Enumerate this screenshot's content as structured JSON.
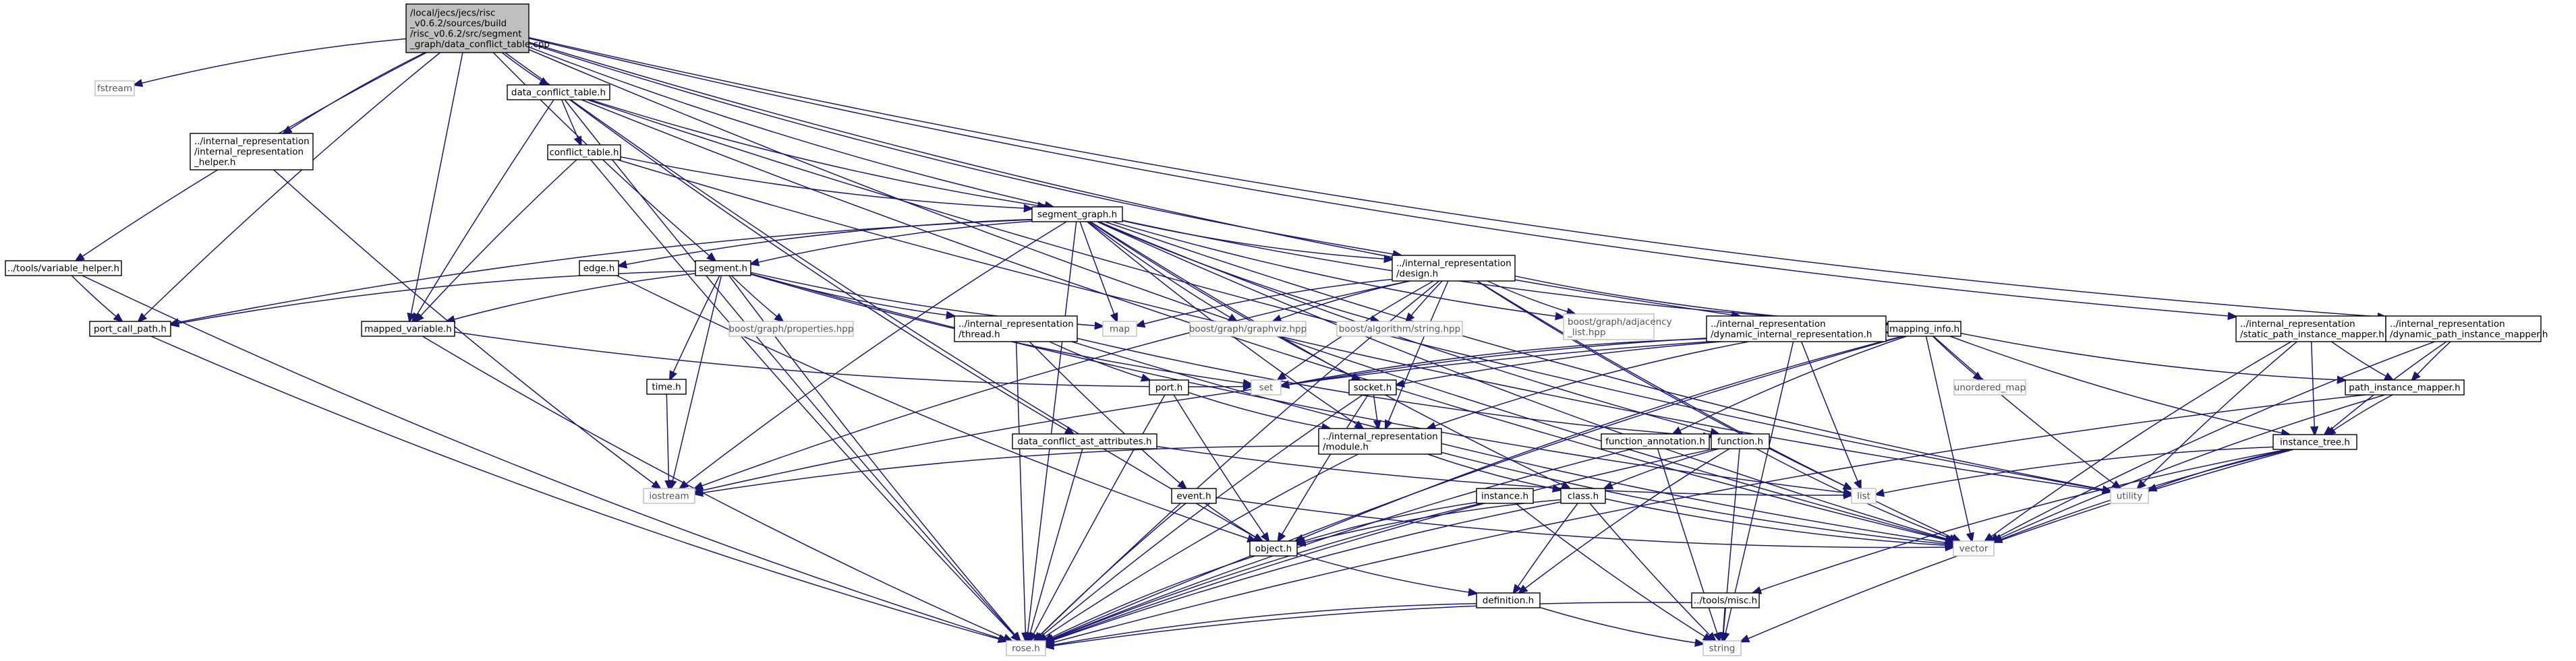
{
  "edge_color": "#191970",
  "root_fill": "#bfbfbf",
  "nodes": [
    {
      "id": "root",
      "kind": "root",
      "label": "/local/jecs/jecs/risc\n_v0.6.2/sources/build\n/risc_v0.6.2/src/segment\n_graph/data_conflict_table.cpp"
    },
    {
      "id": "fstream",
      "kind": "sys",
      "label": "fstream"
    },
    {
      "id": "dct_h",
      "kind": "file",
      "label": "data_conflict_table.h"
    },
    {
      "id": "irh",
      "kind": "file",
      "label": "../internal_representation\n/internal_representation\n_helper.h"
    },
    {
      "id": "ct_h",
      "kind": "file",
      "label": "conflict_table.h"
    },
    {
      "id": "sg_h",
      "kind": "file",
      "label": "segment_graph.h"
    },
    {
      "id": "vh",
      "kind": "file",
      "label": "../tools/variable_helper.h"
    },
    {
      "id": "pcp",
      "kind": "file",
      "label": "port_call_path.h"
    },
    {
      "id": "edge",
      "kind": "file",
      "label": "edge.h"
    },
    {
      "id": "seg",
      "kind": "file",
      "label": "segment.h"
    },
    {
      "id": "mv",
      "kind": "file",
      "label": "mapped_variable.h"
    },
    {
      "id": "time",
      "kind": "file",
      "label": "time.h"
    },
    {
      "id": "design",
      "kind": "file",
      "label": "../internal_representation\n/design.h"
    },
    {
      "id": "map",
      "kind": "sys",
      "label": "map"
    },
    {
      "id": "bgp",
      "kind": "sys",
      "label": "boost/graph/properties.hpp"
    },
    {
      "id": "bgg",
      "kind": "sys",
      "label": "boost/graph/graphviz.hpp"
    },
    {
      "id": "bas",
      "kind": "sys",
      "label": "boost/algorithm/string.hpp"
    },
    {
      "id": "bal",
      "kind": "sys",
      "label": "boost/graph/adjacency\n_list.hpp"
    },
    {
      "id": "thread",
      "kind": "file",
      "label": "../internal_representation\n/thread.h"
    },
    {
      "id": "set",
      "kind": "sys",
      "label": "set"
    },
    {
      "id": "dir",
      "kind": "file",
      "label": "../internal_representation\n/dynamic_internal_representation.h"
    },
    {
      "id": "mi",
      "kind": "file",
      "label": "mapping_info.h"
    },
    {
      "id": "um",
      "kind": "sys",
      "label": "unordered_map"
    },
    {
      "id": "spim",
      "kind": "file",
      "label": "../internal_representation\n/static_path_instance_mapper.h"
    },
    {
      "id": "dpim",
      "kind": "file",
      "label": "../internal_representation\n/dynamic_path_instance_mapper.h"
    },
    {
      "id": "pim",
      "kind": "file",
      "label": "path_instance_mapper.h"
    },
    {
      "id": "it",
      "kind": "file",
      "label": "instance_tree.h"
    },
    {
      "id": "port",
      "kind": "file",
      "label": "port.h"
    },
    {
      "id": "socket",
      "kind": "file",
      "label": "socket.h"
    },
    {
      "id": "module",
      "kind": "file",
      "label": "../internal_representation\n/module.h"
    },
    {
      "id": "dcaa",
      "kind": "file",
      "label": "data_conflict_ast_attributes.h"
    },
    {
      "id": "fa",
      "kind": "file",
      "label": "function_annotation.h"
    },
    {
      "id": "func",
      "kind": "file",
      "label": "function.h"
    },
    {
      "id": "iostream",
      "kind": "sys",
      "label": "iostream"
    },
    {
      "id": "event",
      "kind": "file",
      "label": "event.h"
    },
    {
      "id": "instance",
      "kind": "file",
      "label": "instance.h"
    },
    {
      "id": "class",
      "kind": "file",
      "label": "class.h"
    },
    {
      "id": "list",
      "kind": "sys",
      "label": "list"
    },
    {
      "id": "utility",
      "kind": "sys",
      "label": "utility"
    },
    {
      "id": "object",
      "kind": "file",
      "label": "object.h"
    },
    {
      "id": "vector",
      "kind": "sys",
      "label": "vector"
    },
    {
      "id": "definition",
      "kind": "file",
      "label": "definition.h"
    },
    {
      "id": "misc",
      "kind": "file",
      "label": "../tools/misc.h"
    },
    {
      "id": "rose",
      "kind": "sys",
      "label": "rose.h"
    },
    {
      "id": "string",
      "kind": "sys",
      "label": "string"
    }
  ],
  "edges": [
    [
      "root",
      "fstream"
    ],
    [
      "root",
      "dct_h"
    ],
    [
      "root",
      "irh"
    ],
    [
      "root",
      "vh"
    ],
    [
      "root",
      "pcp"
    ],
    [
      "root",
      "mv"
    ],
    [
      "root",
      "seg"
    ],
    [
      "root",
      "design"
    ],
    [
      "root",
      "dir"
    ],
    [
      "root",
      "spim"
    ],
    [
      "root",
      "dpim"
    ],
    [
      "root",
      "object"
    ],
    [
      "root",
      "vector"
    ],
    [
      "root",
      "sg_h"
    ],
    [
      "dct_h",
      "ct_h"
    ],
    [
      "dct_h",
      "sg_h"
    ],
    [
      "dct_h",
      "mv"
    ],
    [
      "dct_h",
      "dcaa"
    ],
    [
      "dct_h",
      "rose"
    ],
    [
      "dct_h",
      "utility"
    ],
    [
      "dct_h",
      "vector"
    ],
    [
      "irh",
      "iostream"
    ],
    [
      "ct_h",
      "sg_h"
    ],
    [
      "ct_h",
      "mv"
    ],
    [
      "ct_h",
      "rose"
    ],
    [
      "ct_h",
      "utility"
    ],
    [
      "sg_h",
      "pcp"
    ],
    [
      "sg_h",
      "edge"
    ],
    [
      "sg_h",
      "seg"
    ],
    [
      "sg_h",
      "design"
    ],
    [
      "sg_h",
      "map"
    ],
    [
      "sg_h",
      "bgg"
    ],
    [
      "sg_h",
      "bas"
    ],
    [
      "sg_h",
      "bal"
    ],
    [
      "sg_h",
      "socket"
    ],
    [
      "sg_h",
      "module"
    ],
    [
      "sg_h",
      "class"
    ],
    [
      "sg_h",
      "iostream"
    ],
    [
      "sg_h",
      "rose"
    ],
    [
      "sg_h",
      "vector"
    ],
    [
      "sg_h",
      "utility"
    ],
    [
      "sg_h",
      "mi"
    ],
    [
      "sg_h",
      "func"
    ],
    [
      "vh",
      "pcp"
    ],
    [
      "vh",
      "rose"
    ],
    [
      "pcp",
      "rose"
    ],
    [
      "edge",
      "object"
    ],
    [
      "seg",
      "mv"
    ],
    [
      "seg",
      "time"
    ],
    [
      "seg",
      "bgp"
    ],
    [
      "seg",
      "map"
    ],
    [
      "seg",
      "thread"
    ],
    [
      "seg",
      "set"
    ],
    [
      "seg",
      "iostream"
    ],
    [
      "seg",
      "rose"
    ],
    [
      "seg",
      "list"
    ],
    [
      "seg",
      "pcp"
    ],
    [
      "mv",
      "set"
    ],
    [
      "mv",
      "rose"
    ],
    [
      "time",
      "iostream"
    ],
    [
      "design",
      "map"
    ],
    [
      "design",
      "bgg"
    ],
    [
      "design",
      "bas"
    ],
    [
      "design",
      "bal"
    ],
    [
      "design",
      "set"
    ],
    [
      "design",
      "iostream"
    ],
    [
      "design",
      "rose"
    ],
    [
      "design",
      "mi"
    ],
    [
      "design",
      "module"
    ],
    [
      "design",
      "vector"
    ],
    [
      "design",
      "list"
    ],
    [
      "thread",
      "port"
    ],
    [
      "thread",
      "event"
    ],
    [
      "thread",
      "rose"
    ],
    [
      "thread",
      "func"
    ],
    [
      "thread",
      "vector"
    ],
    [
      "dir",
      "set"
    ],
    [
      "dir",
      "iostream"
    ],
    [
      "dir",
      "list"
    ],
    [
      "dir",
      "string"
    ],
    [
      "dir",
      "module"
    ],
    [
      "mi",
      "um"
    ],
    [
      "mi",
      "set"
    ],
    [
      "mi",
      "socket"
    ],
    [
      "mi",
      "rose"
    ],
    [
      "mi",
      "pim"
    ],
    [
      "mi",
      "it"
    ],
    [
      "mi",
      "fa"
    ],
    [
      "mi",
      "utility"
    ],
    [
      "mi",
      "vector"
    ],
    [
      "mi",
      "object"
    ],
    [
      "spim",
      "pim"
    ],
    [
      "spim",
      "it"
    ],
    [
      "spim",
      "utility"
    ],
    [
      "spim",
      "vector"
    ],
    [
      "dpim",
      "pim"
    ],
    [
      "dpim",
      "it"
    ],
    [
      "dpim",
      "vector"
    ],
    [
      "pim",
      "it"
    ],
    [
      "pim",
      "vector"
    ],
    [
      "pim",
      "rose"
    ],
    [
      "it",
      "list"
    ],
    [
      "it",
      "utility"
    ],
    [
      "it",
      "vector"
    ],
    [
      "it",
      "string"
    ],
    [
      "it",
      "misc"
    ],
    [
      "port",
      "module"
    ],
    [
      "port",
      "object"
    ],
    [
      "port",
      "rose"
    ],
    [
      "socket",
      "module"
    ],
    [
      "socket",
      "object"
    ],
    [
      "socket",
      "rose"
    ],
    [
      "module",
      "iostream"
    ],
    [
      "module",
      "class"
    ],
    [
      "module",
      "vector"
    ],
    [
      "module",
      "rose"
    ],
    [
      "dcaa",
      "list"
    ],
    [
      "dcaa",
      "rose"
    ],
    [
      "fa",
      "string"
    ],
    [
      "fa",
      "rose"
    ],
    [
      "func",
      "class"
    ],
    [
      "func",
      "definition"
    ],
    [
      "func",
      "vector"
    ],
    [
      "func",
      "string"
    ],
    [
      "func",
      "rose"
    ],
    [
      "event",
      "object"
    ],
    [
      "event",
      "vector"
    ],
    [
      "event",
      "rose"
    ],
    [
      "instance",
      "object"
    ],
    [
      "instance",
      "string"
    ],
    [
      "instance",
      "rose"
    ],
    [
      "class",
      "object"
    ],
    [
      "class",
      "definition"
    ],
    [
      "class",
      "vector"
    ],
    [
      "class",
      "string"
    ],
    [
      "class",
      "rose"
    ],
    [
      "object",
      "definition"
    ],
    [
      "object",
      "rose"
    ],
    [
      "definition",
      "string"
    ],
    [
      "definition",
      "rose"
    ],
    [
      "misc",
      "rose"
    ],
    [
      "misc",
      "string"
    ]
  ]
}
